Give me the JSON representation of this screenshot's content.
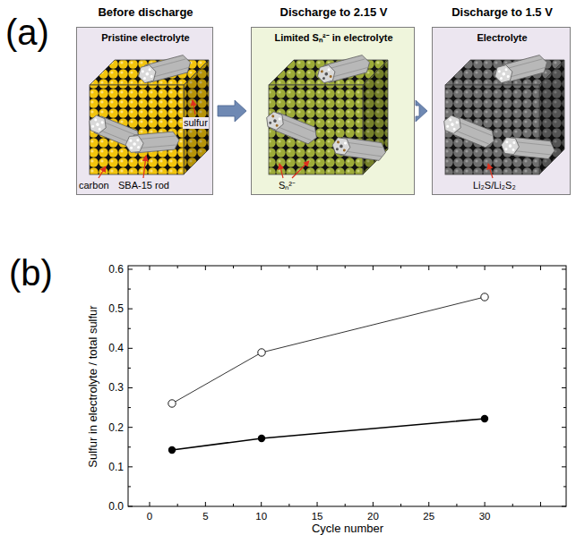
{
  "diagram": {
    "nodes": [
      {
        "text": [
          "Before discharge",
          "Pristine electrolyte",
          "carbon",
          "SBA-15 rod",
          "sulfur"
        ]
      },
      {
        "text": [
          "Discharge to 2.15 V",
          "Limited Sₙ²⁻ in electrolyte",
          "Sₙ²⁻"
        ]
      },
      {
        "text": [
          "Discharge to 1.5 V",
          "Electrolyte",
          "Li₂S/Li₂S₂"
        ]
      }
    ],
    "edges": [
      {
        "from": 0,
        "to": 1,
        "arrow": "to"
      },
      {
        "from": 1,
        "to": 2,
        "arrow": "to"
      }
    ],
    "labels": [
      "(a)",
      "(b)",
      "0.0",
      "0.1",
      "0.2",
      "0.3",
      "0.4",
      "0.5",
      "0.6",
      "0",
      "5",
      "10",
      "15",
      "20",
      "25",
      "30",
      "Sulfur in electrolyte / total sulfur",
      "Cycle number"
    ]
  }
}
